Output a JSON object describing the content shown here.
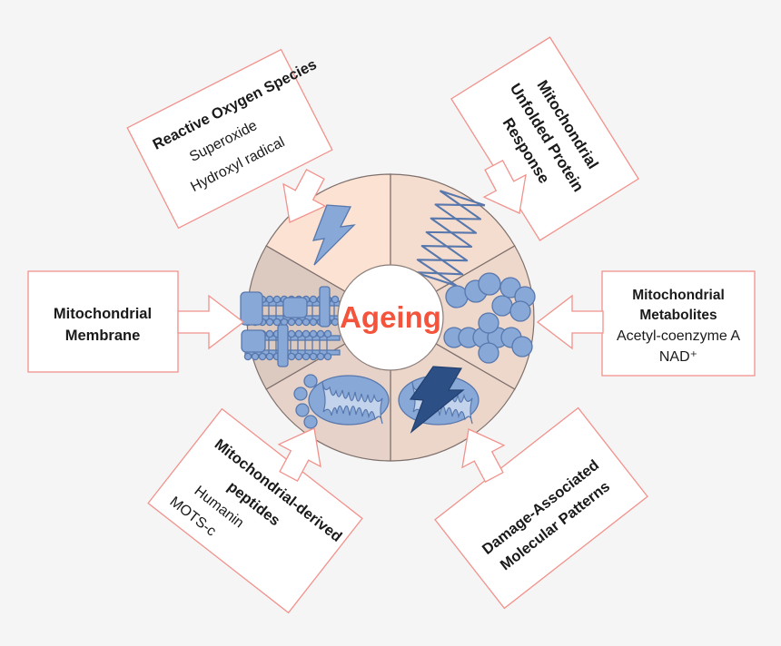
{
  "figure": {
    "background_color": "#f5f5f5",
    "accent_color": "#f2928c",
    "center_text_color": "#f4543c",
    "icon_color": "#88a8d8",
    "icon_dark_color": "#2c4f86"
  },
  "hub": {
    "label": "Ageing"
  },
  "wheel": {
    "sectors": [
      {
        "id": "reactive-oxygen-species",
        "icon": "lightning-bolt-icon",
        "fill": "#fbe2d2"
      },
      {
        "id": "mitochondrial-unfolded-protein-response",
        "icon": "unfolded-protein-icon",
        "fill": "#f4ddcf"
      },
      {
        "id": "mitochondrial-metabolites",
        "icon": "molecule-cluster-icon",
        "fill": "#eed8cb"
      },
      {
        "id": "damage-associated-molecular-patterns",
        "icon": "damaged-mitochondrion-icon",
        "fill": "#ecd6ca"
      },
      {
        "id": "mitochondrial-derived-peptides",
        "icon": "mitochondrion-peptides-icon",
        "fill": "#e6d2c8"
      },
      {
        "id": "mitochondrial-membrane",
        "icon": "lipid-bilayer-icon",
        "fill": "#dcc9c0"
      }
    ]
  },
  "callouts": {
    "reactive_oxygen_species": {
      "title": "Reactive Oxygen Species",
      "items": [
        "Superoxide",
        "Hydroxyl radical"
      ]
    },
    "mitochondrial_unfolded_protein_response": {
      "title_lines": [
        "Mitochondrial",
        "Unfolded Protein",
        "Response"
      ],
      "items": []
    },
    "mitochondrial_membrane": {
      "title_lines": [
        "Mitochondrial",
        "Membrane"
      ],
      "items": []
    },
    "mitochondrial_metabolites": {
      "title_lines": [
        "Mitochondrial",
        "Metabolites"
      ],
      "items": [
        "Acetyl-coenzyme A",
        "NAD⁺"
      ]
    },
    "mitochondrial_derived_peptides": {
      "title_lines": [
        "Mitochondrial-derived",
        "peptides"
      ],
      "items": [
        "Humanin",
        "MOTS-c"
      ]
    },
    "damage_associated_molecular_patterns": {
      "title_lines": [
        "Damage-Associated",
        "Molecular Patterns"
      ],
      "items": []
    }
  }
}
